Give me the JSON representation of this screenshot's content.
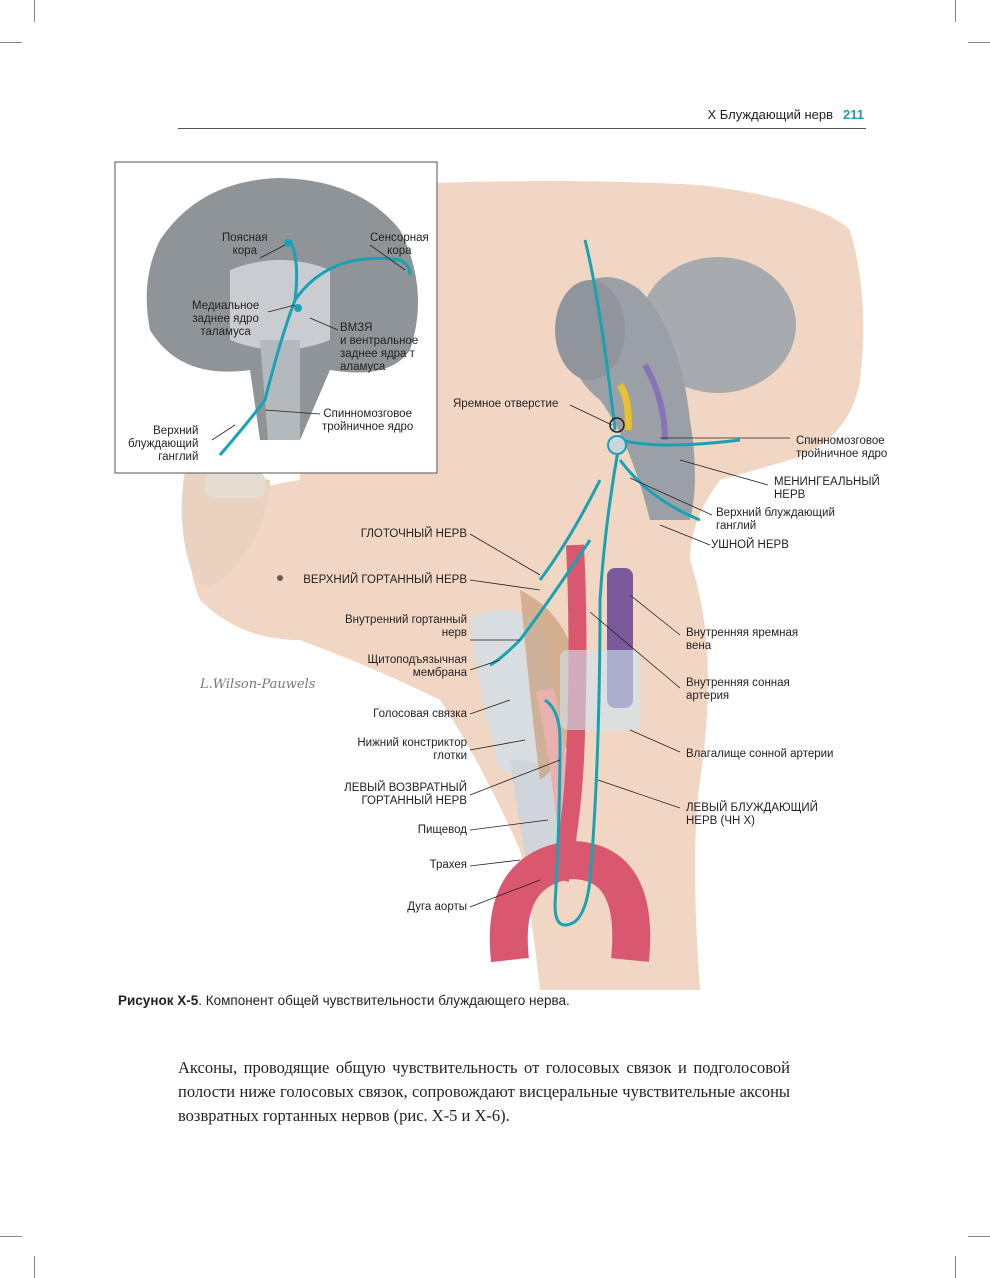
{
  "header": {
    "chapter": "X  Блуждающий нерв",
    "page_number": "211"
  },
  "inset_labels": {
    "cingulate": "Поясная\nкора",
    "sensory": "Сенсорная\nкора",
    "medial_nucleus": "Медиальное\nзаднее ядро\nталамуса",
    "vmzya": "ВМЗЯ\nи вентральное\nзаднее ядра т\nаламуса",
    "spinal_trigeminal": "Спинномозговое\nтройничное ядро",
    "superior_ganglion": "Верхний\nблуждающий\nганглий"
  },
  "main_labels": {
    "jugular_foramen": "Яремное отверстие",
    "spinal_trigeminal_nucleus": "Спинномозговое\nтройничное ядро",
    "meningeal_nerve": "МЕНИНГЕАЛЬНЫЙ\nНЕРВ",
    "superior_vagal_ganglion": "Верхний блуждающий\nганглий",
    "auricular_nerve": "УШНОЙ НЕРВ",
    "pharyngeal_nerve": "ГЛОТОЧНЫЙ НЕРВ",
    "superior_laryngeal_nerve": "ВЕРХНИЙ ГОРТАННЫЙ НЕРВ",
    "internal_laryngeal_nerve": "Внутренний гортанный\nнерв",
    "thyrohyoid_membrane": "Щитоподъязычная\nмембрана",
    "vocal_fold": "Голосовая связка",
    "inferior_constrictor": "Нижний констриктор\nглотки",
    "left_recurrent": "ЛЕВЫЙ ВОЗВРАТНЫЙ\nГОРТАННЫЙ НЕРВ",
    "esophagus": "Пищевод",
    "trachea": "Трахея",
    "aortic_arch": "Дуга аорты",
    "internal_jugular_vein": "Внутренняя яремная\nвена",
    "internal_carotid_artery": "Внутренняя сонная\nартерия",
    "carotid_sheath": "Влагалище сонной артерии",
    "left_vagus_nerve": "ЛЕВЫЙ БЛУЖДАЮЩИЙ\nНЕРВ (ЧН X)"
  },
  "signature": "L.Wilson-Pauwels",
  "caption": {
    "label": "Рисунок X-5",
    "text": ". Компонент общей чувствительности блуждающего нерва."
  },
  "body_text": "Аксоны, проводящие общую чувствительность от голосовых связок и подголосовой полости ниже голосовых связок, сопровождают висцеральные чувствительные аксоны возвратных гортанных нервов (рис. X-5 и X-6).",
  "colors": {
    "nerve": "#17a3b4",
    "skin": "#f1d4c0",
    "brain": "#8f9499",
    "artery": "#d9586f",
    "vein": "#7b5a9c",
    "accent": "#1a9bb0"
  }
}
